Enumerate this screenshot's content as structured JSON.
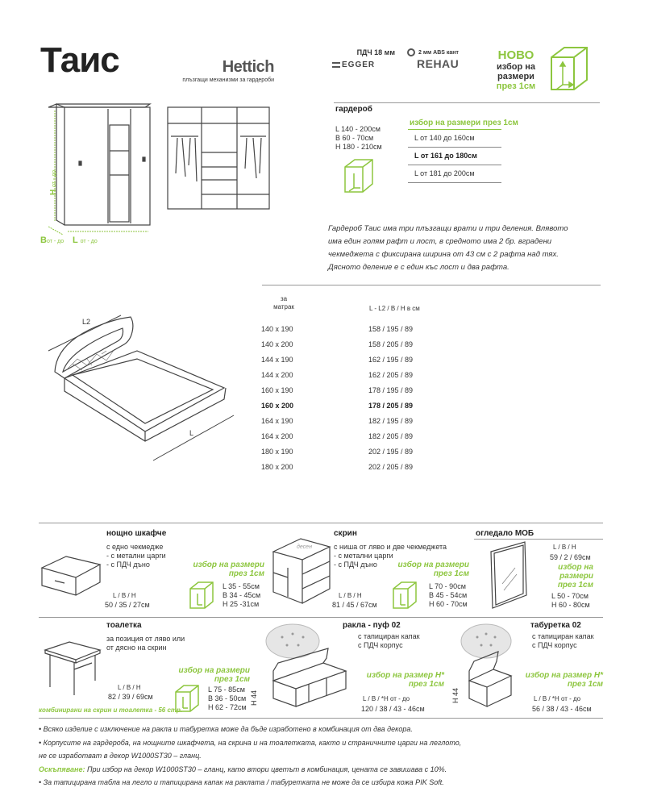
{
  "header": {
    "title": "Таис",
    "hettich_brand": "Hettich",
    "hettich_sub": "плъзгащи механизми за гардероби",
    "pdch": "ПДЧ 18 мм",
    "egger": "EGGER",
    "rehau_top": "2 мм ABS кант",
    "rehau": "REHAU",
    "novo": "НОВО",
    "novo_line1": "избор на",
    "novo_line2": "размери",
    "novo_line3": "през 1см"
  },
  "wardrobe_drawing": {
    "h_label": "H",
    "h_range": "от - до",
    "b_label": "B",
    "b_range": "от - до",
    "l_label": "L",
    "l_range": "от - до"
  },
  "wardrobe": {
    "heading": "гардероб",
    "dims": [
      "L 140 - 200см",
      "B  60 - 70см",
      "H 180 - 210см"
    ],
    "choice_header": "избор на размери през 1см",
    "options": [
      "L от 140 до 160см",
      "L от 161 до 180см",
      "L от 181 до 200см"
    ],
    "description": [
      "Гардероб Таис има три плъзгащи врати и три деления. Влявото",
      "има един голям рафт и лост, в средното има 2 бр. вградени",
      "чекмеджета с фиксирана ширина от 43 см с 2 рафта над тях.",
      "Дясното деление е с един къс лост и два рафта."
    ]
  },
  "bed": {
    "label_l2": "L2",
    "label_l": "L",
    "col1_line1": "за",
    "col1_line2": "матрак",
    "col2": "L - L2 / B / H в см",
    "rows": [
      {
        "m": "140 x 190",
        "d": "158 / 195 / 89"
      },
      {
        "m": "140 x 200",
        "d": "158 / 205 / 89"
      },
      {
        "m": "144 x 190",
        "d": "162 / 195 / 89"
      },
      {
        "m": "144 x 200",
        "d": "162 / 205 / 89"
      },
      {
        "m": "160 x 190",
        "d": "178 / 195 / 89"
      },
      {
        "m": "160 x 200",
        "d": "178 / 205 / 89"
      },
      {
        "m": "164 x 190",
        "d": "182 / 195 / 89"
      },
      {
        "m": "164 x 200",
        "d": "182 / 205 / 89"
      },
      {
        "m": "180 x 190",
        "d": "202 / 195 / 89"
      },
      {
        "m": "180 x 200",
        "d": "202 / 205 / 89"
      }
    ]
  },
  "nightstand": {
    "heading": "нощно шкафче",
    "lines": [
      "с едно чекмедже",
      "- с метални царги",
      "- с ПДЧ дъно"
    ],
    "lbh": "L  /  B  /  H",
    "dims": "50 / 35 / 27см",
    "choice1": "избор на размери",
    "choice2": "през 1см",
    "sizes": [
      "L 35 - 55см",
      "B 34 - 45см",
      "H 25 -31см"
    ]
  },
  "chest": {
    "heading": "скрин",
    "lines": [
      "с ниша от ляво и две чекмеджета",
      "- с метални царги",
      "- с ПДЧ дъно"
    ],
    "tag": "десен",
    "lbh": "L  /  B  /  H",
    "dims": "81 / 45 / 67см",
    "choice1": "избор на размери",
    "choice2": "през 1см",
    "sizes": [
      "L 70 - 90см",
      "B 45 - 54см",
      "H 60 - 70см"
    ]
  },
  "mirror": {
    "heading": "огледало МОБ",
    "lbh": "L  /  B  /  H",
    "dims": "59 / 2 / 69см",
    "choice1": "избор на",
    "choice2": "размери",
    "choice3": "през 1см",
    "sizes": [
      "L 50 - 70см",
      "H 60 - 80см"
    ]
  },
  "vanity": {
    "heading": "тоалетка",
    "lines": [
      "за позиция от ляво или",
      "от дясно на скрин"
    ],
    "lbh": "L  /  B  /  H",
    "dims": "82 / 39 / 69см",
    "choice1": "избор на размери",
    "choice2": "през 1см",
    "sizes": [
      "L 75 - 85см",
      "B 36 - 50см",
      "H 62 - 72см"
    ],
    "combo": "комбинирани на скрин  и тоалетка - 56 стр."
  },
  "bench": {
    "heading": "ракла - пуф 02",
    "lines": [
      "с тапициран капак",
      "с ПДЧ корпус"
    ],
    "h44": "H 44",
    "choice1": "избор на размер H*",
    "choice2": "през 1см",
    "lbh": "L  /  B  /  *H от - до",
    "dims": "120 / 38 / 43 - 46см"
  },
  "stool": {
    "heading": "табуретка 02",
    "lines": [
      "с тапициран капак",
      "с ПДЧ корпус"
    ],
    "h44": "H 44",
    "choice1": "избор на размер H*",
    "choice2": "през 1см",
    "lbh": "L  /  B  /  *H от - до",
    "dims": "56 / 38 / 43 - 46см"
  },
  "notes": {
    "n1": "• Всяко изделие с изключение на ракла и табуретка може да бъде изработено в комбинация от два декора.",
    "n2": "• Корпусите на гардероба, на нощните шкафчета, на скрина и на тоалетката, както и страничните царги на леглото,",
    "n3": "не се изработват в декор W1000ST30 – гланц.",
    "n4_label": "Оскъпяване:",
    "n4": " При избор на декор W1000ST30 – гланц, като втори цветът в комбинация, цената се завишава с 10%.",
    "n5": "• За тапицирана табла на легло и тапицирана капак на раклата / табуретката не може да се избира кожа PIK Soft."
  }
}
